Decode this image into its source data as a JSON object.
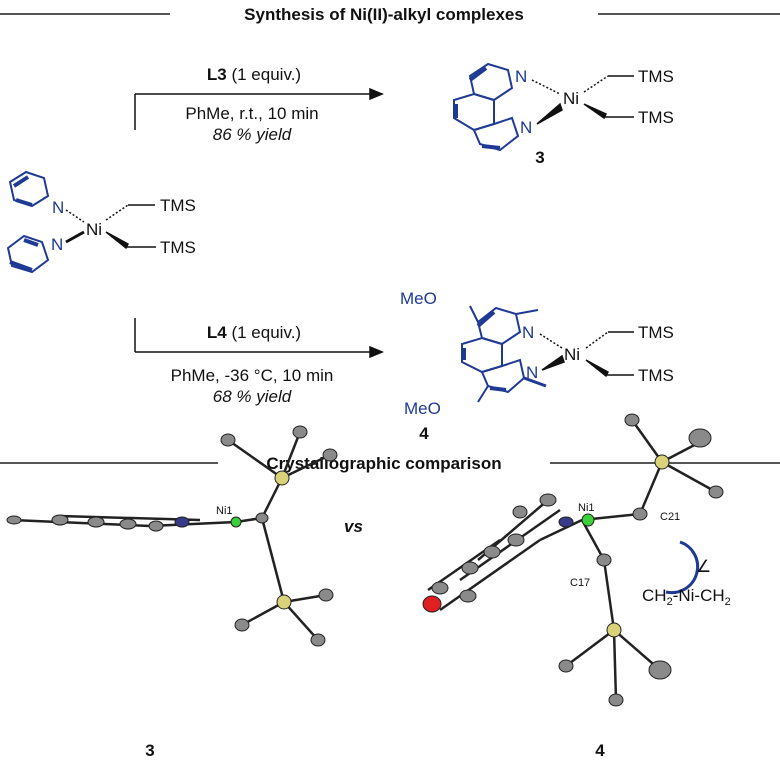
{
  "headers": {
    "synthesis": "Synthesis of Ni(II)-alkyl complexes",
    "crystal": "Crystallographic comparison"
  },
  "reaction1": {
    "ligand": "L3",
    "equiv": " (1 equiv.)",
    "conditions": "PhMe, r.t., 10 min",
    "yield": "86 % yield",
    "product_number": "3"
  },
  "reaction2": {
    "ligand": "L4",
    "equiv": " (1 equiv.)",
    "conditions": "PhMe, -36 °C, 10 min",
    "yield": "68 % yield",
    "product_number": "4"
  },
  "atoms": {
    "ni": "Ni",
    "n": "N",
    "tms": "TMS",
    "meo": "MeO"
  },
  "crystal": {
    "vs": "vs",
    "left_label": "3",
    "right_label": "4",
    "ni_label_left": "Ni1",
    "ni_label_right": "Ni1",
    "c21": "C21",
    "c17": "C17",
    "angle_symbol": "∠",
    "angle_text": "CH2-Ni-CH2",
    "angle_parts": [
      "CH",
      "2",
      "-Ni-CH",
      "2"
    ]
  },
  "colors": {
    "ligand_blue": "#1f3a93",
    "ni_green": "#3ccf3c",
    "si_yellow": "#d9d27a",
    "o_red": "#e02020",
    "carbon_gray": "#8a8a8a"
  }
}
